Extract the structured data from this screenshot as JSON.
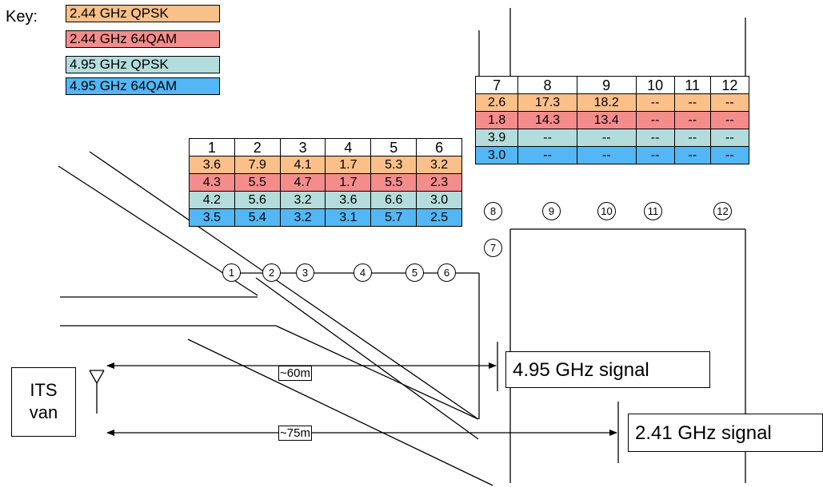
{
  "key": {
    "label": "Key:",
    "entries": [
      {
        "text": "2.44 GHz QPSK",
        "color": "#fbbf8a"
      },
      {
        "text": "2.44 GHz 64QAM",
        "color": "#f58c8c"
      },
      {
        "text": "4.95 GHz QPSK",
        "color": "#b4dcdc"
      },
      {
        "text": "4.95 GHz 64QAM",
        "color": "#52b7f4"
      }
    ]
  },
  "table_left": {
    "headers": [
      "1",
      "2",
      "3",
      "4",
      "5",
      "6"
    ],
    "rows": [
      [
        "3.6",
        "7.9",
        "4.1",
        "1.7",
        "5.3",
        "3.2"
      ],
      [
        "4.3",
        "5.5",
        "4.7",
        "1.7",
        "5.5",
        "2.3"
      ],
      [
        "4.2",
        "5.6",
        "3.2",
        "3.6",
        "6.6",
        "3.0"
      ],
      [
        "3.5",
        "5.4",
        "3.2",
        "3.1",
        "5.7",
        "2.5"
      ]
    ]
  },
  "table_right": {
    "headers": [
      "7",
      "8",
      "9",
      "10",
      "11",
      "12"
    ],
    "rows": [
      [
        "2.6",
        "17.3",
        "18.2",
        "--",
        "--",
        "--"
      ],
      [
        "1.8",
        "14.3",
        "13.4",
        "--",
        "--",
        "--"
      ],
      [
        "3.9",
        "--",
        "--",
        "--",
        "--",
        "--"
      ],
      [
        "3.0",
        "--",
        "--",
        "--",
        "--",
        "--"
      ]
    ]
  },
  "markers": {
    "m1": "1",
    "m2": "2",
    "m3": "3",
    "m4": "4",
    "m5": "5",
    "m6": "6",
    "m7": "7",
    "m8": "8",
    "m9": "9",
    "m10": "10",
    "m11": "11",
    "m12": "12"
  },
  "distances": {
    "d60": "~60m",
    "d75": "~75m"
  },
  "signals": {
    "s495": "4.95 GHz signal",
    "s241": "2.41 GHz signal"
  },
  "van": {
    "line1": "ITS",
    "line2": "van"
  }
}
